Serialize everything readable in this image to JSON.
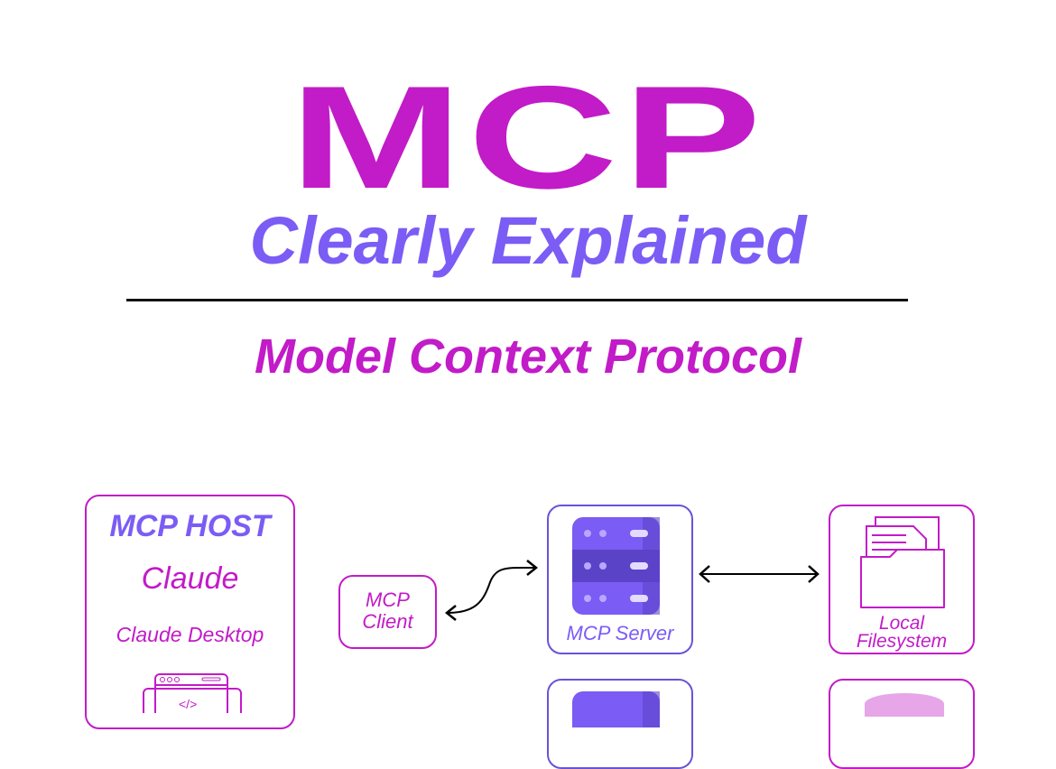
{
  "title": "MCP",
  "subtitle": "Clearly Explained",
  "tagline": "Model Context Protocol",
  "colors": {
    "magenta": "#c21bc8",
    "purple": "#7b5cf5"
  },
  "diagram": {
    "host": {
      "heading": "MCP HOST",
      "name": "Claude",
      "app": "Claude Desktop",
      "icon": "code-window-icon"
    },
    "client": {
      "label_line1": "MCP",
      "label_line2": "Client"
    },
    "server": {
      "label": "MCP Server",
      "icon": "server-icon"
    },
    "filesystem": {
      "label_line1": "Local",
      "label_line2": "Filesystem",
      "icon": "folder-icon"
    }
  }
}
